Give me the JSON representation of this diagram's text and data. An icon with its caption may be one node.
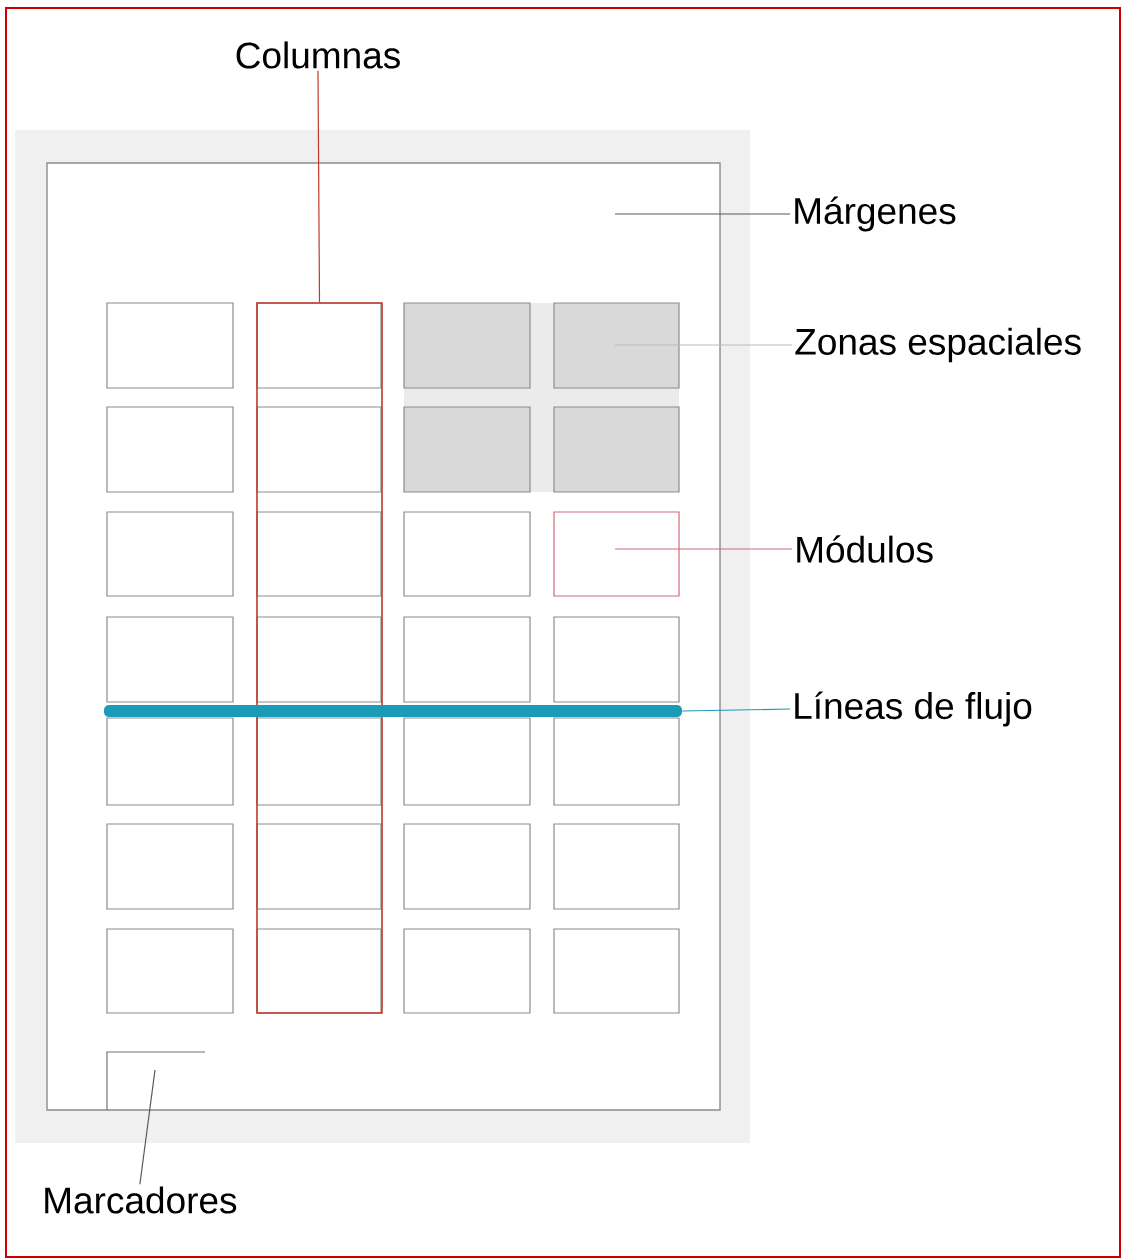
{
  "diagram": {
    "nodes": [
      {
        "text": [
          "Columnas"
        ]
      },
      {
        "text": [
          "Márgenes"
        ]
      },
      {
        "text": [
          "Zonas espaciales"
        ]
      },
      {
        "text": [
          "Módulos"
        ]
      },
      {
        "text": [
          "Líneas de flujo"
        ]
      },
      {
        "text": [
          "Marcadores"
        ]
      },
      {
        "text": [],
        "shape": "box"
      },
      {
        "text": [],
        "shape": "box",
        "in": 6
      },
      {
        "text": [],
        "shape": "box",
        "in": 6
      },
      {
        "text": [],
        "shape": "box",
        "in": 6
      },
      {
        "text": [],
        "shape": "bar",
        "in": 6
      }
    ],
    "edges": [
      {
        "from": 0,
        "to": 7,
        "arrow": "none",
        "color": "#c0392b"
      },
      {
        "from": 1,
        "to": 6,
        "arrow": "none"
      },
      {
        "from": 2,
        "to": 8,
        "arrow": "none",
        "color": "#bbbbbb"
      },
      {
        "from": 3,
        "to": 9,
        "arrow": "none",
        "color": "#d06a7a"
      },
      {
        "from": 4,
        "to": 10,
        "arrow": "none",
        "color": "#1a9cb8"
      },
      {
        "from": 5,
        "to": null,
        "arrow": "none"
      }
    ]
  }
}
